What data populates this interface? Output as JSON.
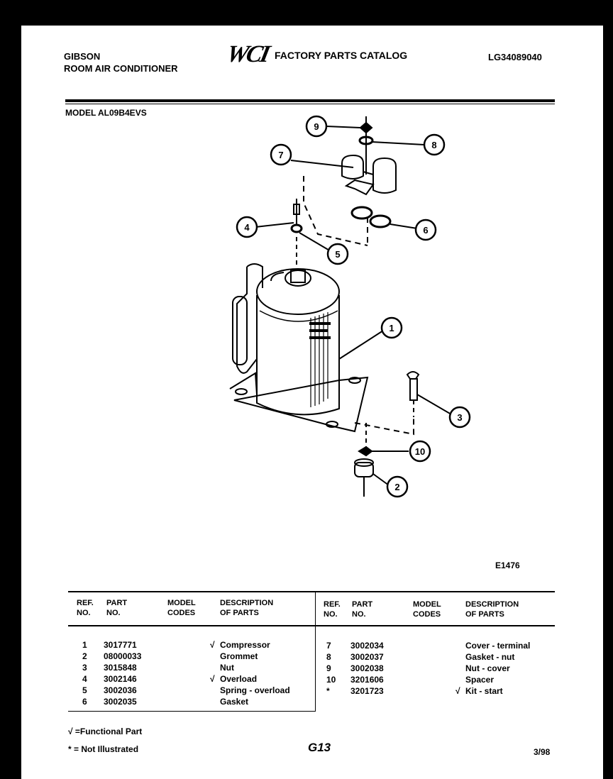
{
  "header": {
    "brand_line1": "GIBSON",
    "brand_line2": "ROOM AIR CONDITIONER",
    "logo_text": "WCI",
    "catalog_title": "FACTORY PARTS CATALOG",
    "catalog_number": "LG34089040"
  },
  "model": "MODEL AL09B4EVS",
  "diagram": {
    "callouts": [
      "9",
      "8",
      "7",
      "4",
      "5",
      "6",
      "1",
      "3",
      "10",
      "2"
    ],
    "figure_code": "E1476"
  },
  "table": {
    "headers": {
      "ref": [
        "REF.",
        "NO."
      ],
      "part": [
        "PART",
        "NO."
      ],
      "model": [
        "MODEL",
        "CODES"
      ],
      "desc": [
        "DESCRIPTION",
        "OF PARTS"
      ]
    },
    "left_rows": [
      {
        "ref": "1",
        "part": "3017771",
        "mark": "√",
        "desc": "Compressor"
      },
      {
        "ref": "2",
        "part": "08000033",
        "mark": "",
        "desc": "Grommet"
      },
      {
        "ref": "3",
        "part": "3015848",
        "mark": "",
        "desc": "Nut"
      },
      {
        "ref": "4",
        "part": "3002146",
        "mark": "√",
        "desc": "Overload"
      },
      {
        "ref": "5",
        "part": "3002036",
        "mark": "",
        "desc": "Spring - overload"
      },
      {
        "ref": "6",
        "part": "3002035",
        "mark": "",
        "desc": "Gasket"
      }
    ],
    "right_rows": [
      {
        "ref": "7",
        "part": "3002034",
        "mark": "",
        "desc": "Cover - terminal"
      },
      {
        "ref": "8",
        "part": "3002037",
        "mark": "",
        "desc": "Gasket - nut"
      },
      {
        "ref": "9",
        "part": "3002038",
        "mark": "",
        "desc": "Nut - cover"
      },
      {
        "ref": "10",
        "part": "3201606",
        "mark": "",
        "desc": "Spacer"
      },
      {
        "ref": "*",
        "part": "3201723",
        "mark": "√",
        "desc": "Kit - start"
      }
    ]
  },
  "footer": {
    "legend_functional": "√ =Functional Part",
    "legend_not_illustrated": "* = Not Illustrated",
    "page_code": "G13",
    "date_code": "3/98"
  }
}
